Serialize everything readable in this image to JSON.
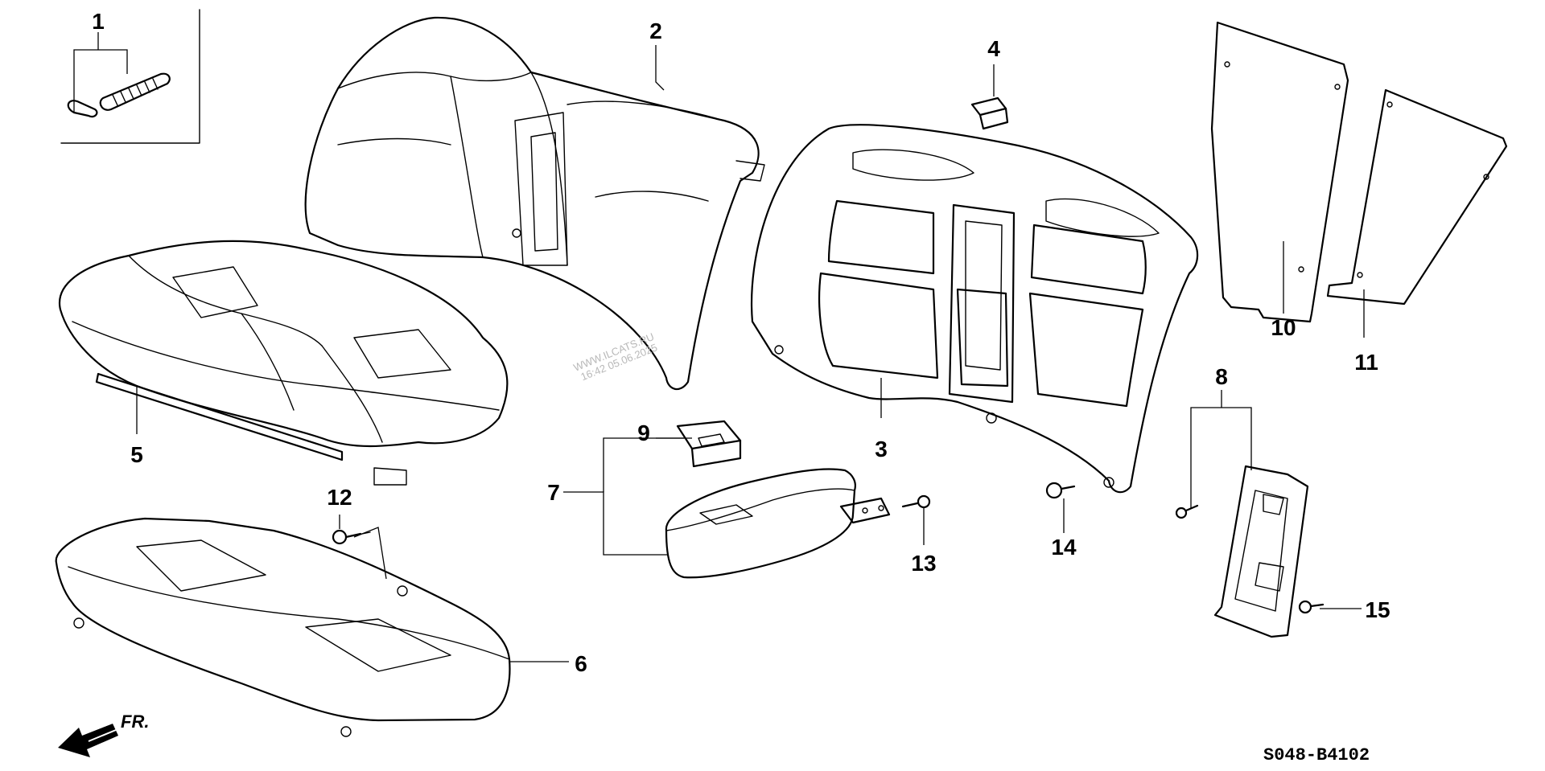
{
  "callouts": {
    "c1": "1",
    "c2": "2",
    "c3": "3",
    "c4": "4",
    "c5": "5",
    "c6": "6",
    "c7": "7",
    "c8": "8",
    "c9": "9",
    "c10": "10",
    "c11": "11",
    "c12": "12",
    "c13": "13",
    "c14": "14",
    "c15": "15"
  },
  "direction": {
    "label": "FR."
  },
  "diagram_code": "S048-B4102",
  "watermark": {
    "line1": "WWW.ILCATS.RU",
    "line2": "16:42 05.06.2025"
  }
}
